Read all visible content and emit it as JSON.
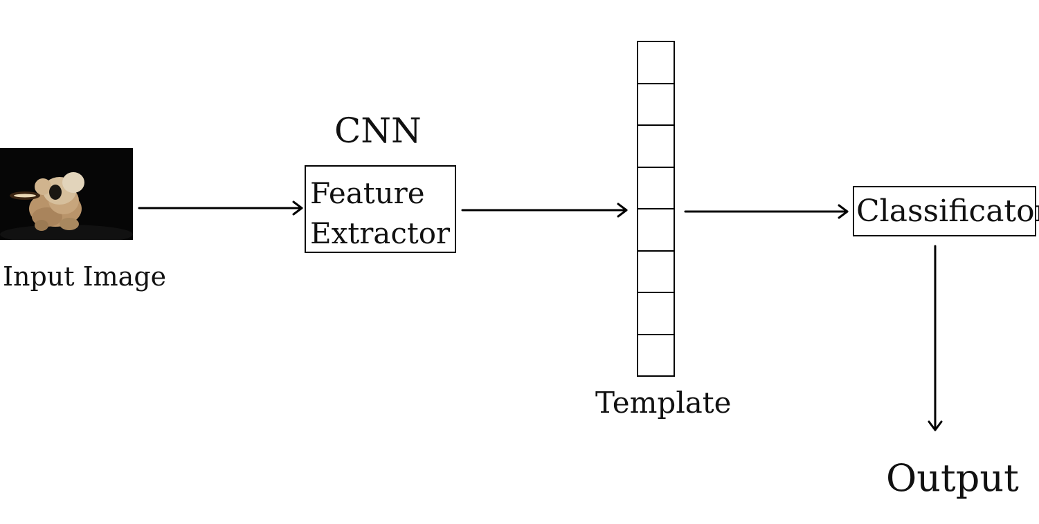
{
  "diagram": {
    "input": {
      "label": "Input Image"
    },
    "cnn": {
      "title": "CNN",
      "lines": [
        "Feature",
        "Extractor"
      ]
    },
    "template": {
      "label": "Template",
      "cells": 8
    },
    "classifier": {
      "label": "Classificator"
    },
    "output": {
      "label": "Output"
    },
    "edges": [
      {
        "from": "input-image",
        "to": "feature-extractor"
      },
      {
        "from": "feature-extractor",
        "to": "template-vector"
      },
      {
        "from": "template-vector",
        "to": "classificator"
      },
      {
        "from": "classificator",
        "to": "output"
      }
    ]
  }
}
